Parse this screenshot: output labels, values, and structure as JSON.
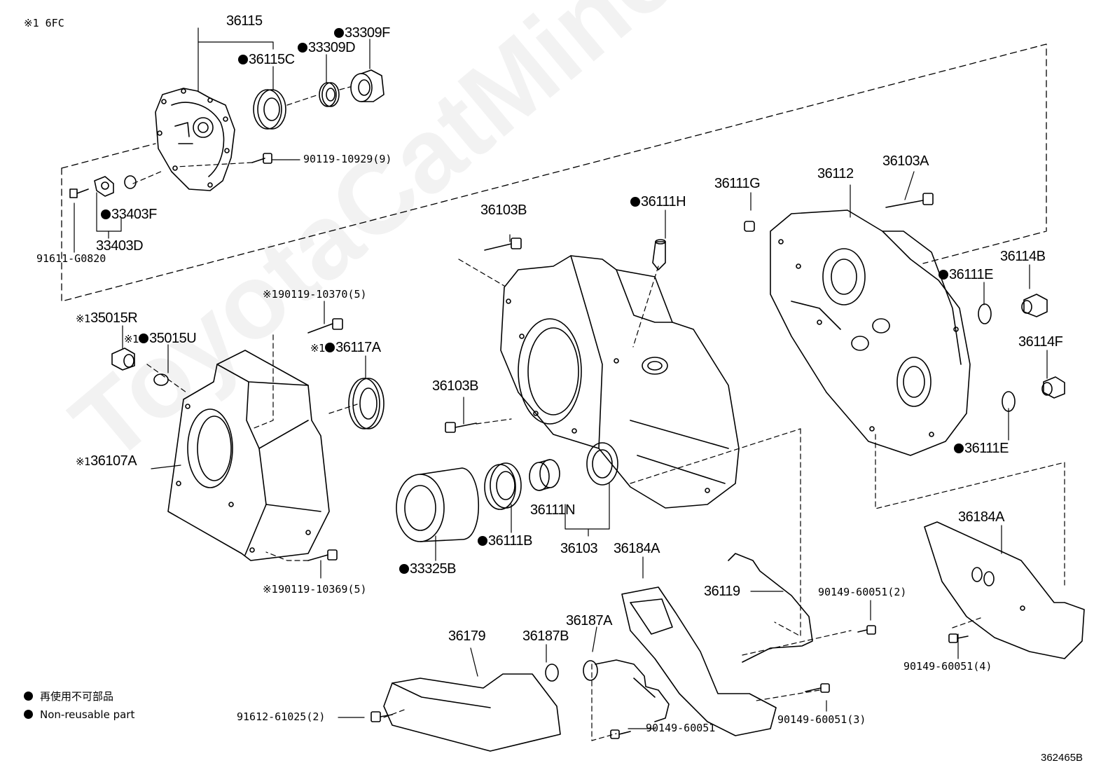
{
  "note_top": "※1 6FC",
  "watermark": "ToyotaCatMiner.ru",
  "diagram_id": "362465B",
  "legend": {
    "jp": "再使用不可部品",
    "en": "Non-reusable part"
  },
  "labels": {
    "p36115": "36115",
    "p36115c": "36115C",
    "p33309d": "33309D",
    "p33309f": "33309F",
    "p90119_10929": "90119-10929(9)",
    "p33403f": "33403F",
    "p33403d": "33403D",
    "p91611": "91611-G0820",
    "p90119_10370": "90119-10370(5)",
    "p35015r": "35015R",
    "p35015u": "35015U",
    "p36117a": "36117A",
    "p36107a": "36107A",
    "p90119_10369": "90119-10369(5)",
    "p36103b_top": "36103B",
    "p36111h": "36111H",
    "p36103b_mid": "36103B",
    "p36111g": "36111G",
    "p36112": "36112",
    "p36103a": "36103A",
    "p36114b": "36114B",
    "p36111e_top": "36111E",
    "p36114f": "36114F",
    "p36111e_bot": "36111E",
    "p36111n": "36111N",
    "p36103": "36103",
    "p36111b": "36111B",
    "p33325b": "33325B",
    "p36184a_mid": "36184A",
    "p36184a_right": "36184A",
    "p36119": "36119",
    "p90149_2": "90149-60051(2)",
    "p90149_4": "90149-60051(4)",
    "p36179": "36179",
    "p36187b": "36187B",
    "p36187a": "36187A",
    "p91612": "91612-61025(2)",
    "p90149_single": "90149-60051",
    "p90149_3": "90149-60051(3)"
  },
  "marks": {
    "ref1": "※1"
  }
}
